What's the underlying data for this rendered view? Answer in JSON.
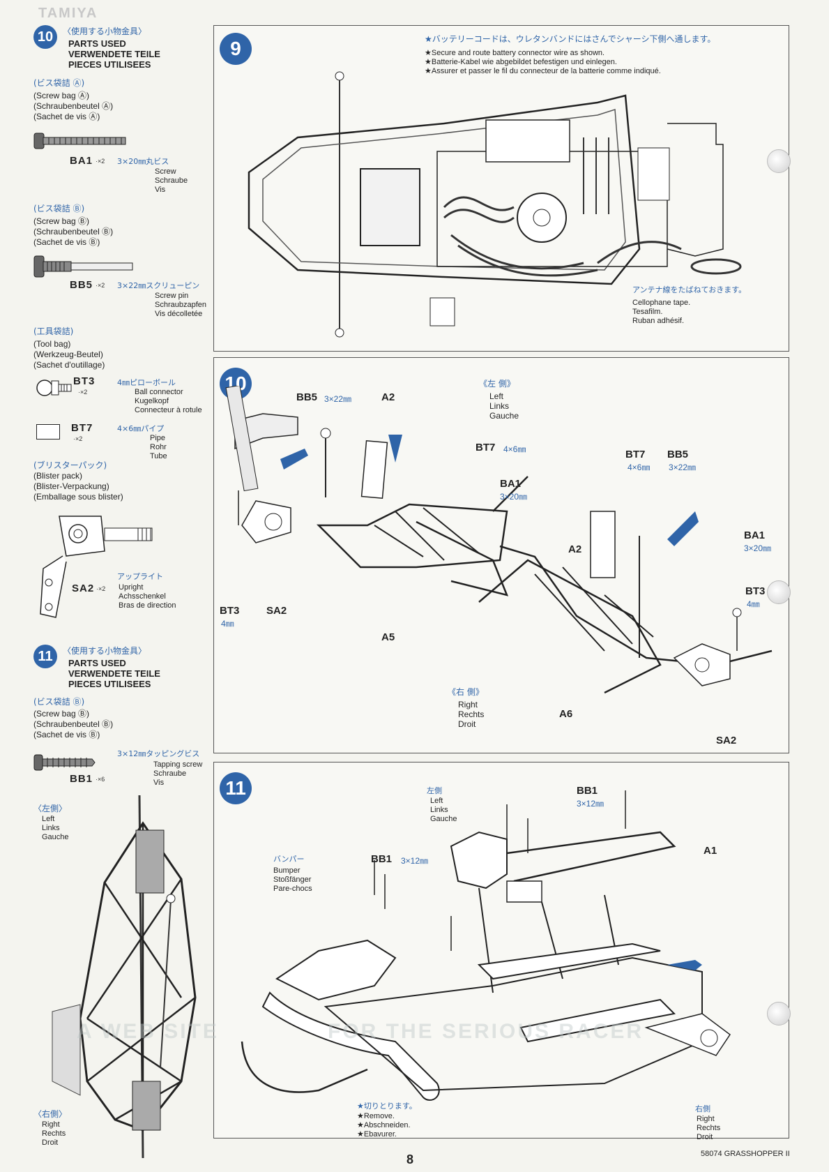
{
  "header_logo": "TAMIYA",
  "left": {
    "step10": {
      "num": "10",
      "jp_title": "〈使用する小物金具〉",
      "title_en": "PARTS USED",
      "title_de": "VERWENDETE TEILE",
      "title_fr": "PIECES UTILISEES",
      "bagA": {
        "jp": "(ビス袋詰 Ⓐ)",
        "en": "(Screw bag Ⓐ)",
        "de": "(Schraubenbeutel Ⓐ)",
        "fr": "(Sachet de vis Ⓐ)"
      },
      "ba1": {
        "code": "BA1",
        "qty": "·×2",
        "jp": "3×20㎜丸ビス",
        "l1": "Screw",
        "l2": "Schraube",
        "l3": "Vis"
      },
      "bagB": {
        "jp": "(ビス袋詰 Ⓑ)",
        "en": "(Screw bag Ⓑ)",
        "de": "(Schraubenbeutel Ⓑ)",
        "fr": "(Sachet de vis Ⓑ)"
      },
      "bb5": {
        "code": "BB5",
        "qty": "·×2",
        "jp": "3×22㎜スクリューピン",
        "l1": "Screw pin",
        "l2": "Schraubzapfen",
        "l3": "Vis décolletée"
      },
      "tool": {
        "jp": "(工具袋詰)",
        "en": "(Tool bag)",
        "de": "(Werkzeug-Beutel)",
        "fr": "(Sachet d'outillage)"
      },
      "bt3": {
        "code": "BT3",
        "qty": "·×2",
        "jp": "4㎜ピローボール",
        "l1": "Ball connector",
        "l2": "Kugelkopf",
        "l3": "Connecteur à rotule"
      },
      "bt7": {
        "code": "BT7",
        "qty": "·×2",
        "jp": "4×6㎜パイプ",
        "l1": "Pipe",
        "l2": "Rohr",
        "l3": "Tube"
      },
      "blister": {
        "jp": "(ブリスターパック)",
        "en": "(Blister pack)",
        "de": "(Blister-Verpackung)",
        "fr": "(Emballage sous blister)"
      },
      "sa2": {
        "code": "SA2",
        "qty": "·×2",
        "jp": "アップライト",
        "l1": "Upright",
        "l2": "Achsschenkel",
        "l3": "Bras de direction"
      }
    },
    "step11": {
      "num": "11",
      "jp_title": "〈使用する小物金具〉",
      "title_en": "PARTS USED",
      "title_de": "VERWENDETE TEILE",
      "title_fr": "PIECES UTILISEES",
      "bagB": {
        "jp": "(ビス袋詰 Ⓑ)",
        "en": "(Screw bag Ⓑ)",
        "de": "(Schraubenbeutel Ⓑ)",
        "fr": "(Sachet de vis Ⓑ)"
      },
      "bb1": {
        "code": "BB1",
        "qty": "·×6",
        "jp": "3×12㎜タッピングビス",
        "l1": "Tapping screw",
        "l2": "Schraube",
        "l3": "Vis"
      },
      "left": {
        "jp": "〈左側〉",
        "l1": "Left",
        "l2": "Links",
        "l3": "Gauche"
      },
      "right": {
        "jp": "〈右側〉",
        "l1": "Right",
        "l2": "Rechts",
        "l3": "Droit"
      }
    }
  },
  "panel9": {
    "num": "9",
    "note_jp": "★バッテリーコードは、ウレタンバンドにはさんでシャーシ下側へ通します。",
    "note_en": "★Secure and route battery connector wire as shown.",
    "note_de": "★Batterie-Kabel wie abgebildet befestigen und einlegen.",
    "note_fr": "★Assurer et passer le fil du connecteur de la batterie comme indiqué.",
    "antenna_jp": "アンテナ線をたばねておきます。",
    "antenna_en": "Cellophane tape.",
    "antenna_de": "Tesafilm.",
    "antenna_fr": "Ruban adhésif."
  },
  "panel10": {
    "num": "10",
    "left_jp": "《左 側》",
    "left_en": "Left",
    "left_de": "Links",
    "left_fr": "Gauche",
    "right_jp": "《右 側》",
    "right_en": "Right",
    "right_de": "Rechts",
    "right_fr": "Droit",
    "bb5_a": "BB5",
    "bb5_a_dim": "3×22㎜",
    "a2_a": "A2",
    "bt7_a": "BT7",
    "bt7_a_dim": "4×6㎜",
    "ba1_a": "BA1",
    "ba1_a_dim": "3×20㎜",
    "bt3_a": "BT3",
    "bt3_a_dim": "4㎜",
    "sa2_a": "SA2",
    "a5": "A5",
    "bt7_b": "BT7",
    "bt7_b_dim": "4×6㎜",
    "bb5_b": "BB5",
    "bb5_b_dim": "3×22㎜",
    "a2_b": "A2",
    "ba1_b": "BA1",
    "ba1_b_dim": "3×20㎜",
    "bt3_b": "BT3",
    "bt3_b_dim": "4㎜",
    "a6": "A6",
    "sa2_b": "SA2"
  },
  "panel11": {
    "num": "11",
    "left_jp": "左側",
    "left_en": "Left",
    "left_de": "Links",
    "left_fr": "Gauche",
    "bb1_a": "BB1",
    "bb1_a_dim": "3×12㎜",
    "a1": "A1",
    "bumper_jp": "バンパー",
    "bumper_en": "Bumper",
    "bumper_de": "Stoßfänger",
    "bumper_fr": "Pare-chocs",
    "bb1_b": "BB1",
    "bb1_b_dim": "3×12㎜",
    "cut_jp": "★切りとります。",
    "cut_en": "★Remove.",
    "cut_de": "★Abschneiden.",
    "cut_fr": "★Ebavurer.",
    "right_jp": "右側",
    "right_en": "Right",
    "right_de": "Rechts",
    "right_fr": "Droit"
  },
  "watermark": {
    "line1": "A WEB SITE",
    "line2": "FOR THE SERIOUS RACER"
  },
  "footer": {
    "page_number": "8",
    "product": "58074 GRASSHOPPER II"
  }
}
